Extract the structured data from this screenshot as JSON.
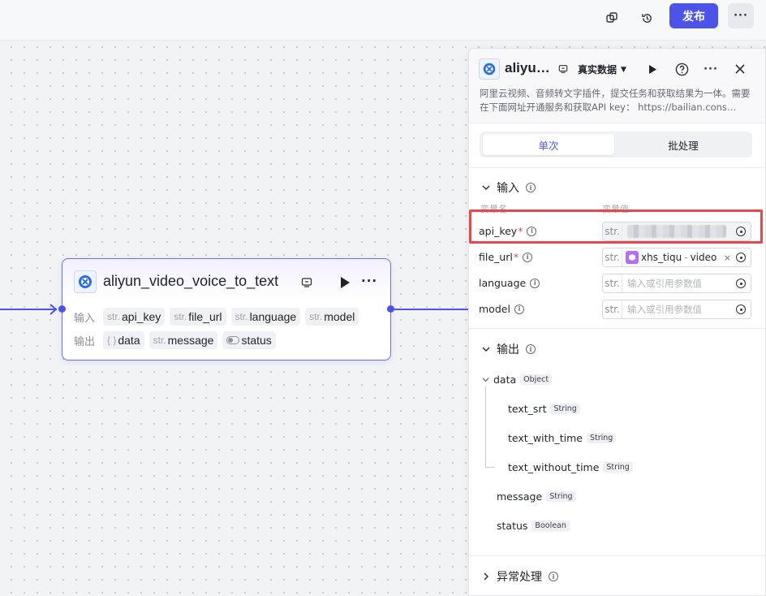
{
  "topbar": {
    "copy_icon": "copy-icon",
    "history_icon": "history-icon",
    "publish_label": "发布",
    "more_label": "···"
  },
  "node": {
    "title": "aliyun_video_voice_to_text",
    "input_label": "输入",
    "output_label": "输出",
    "inputs": [
      {
        "type": "str.",
        "name": "api_key"
      },
      {
        "type": "str.",
        "name": "file_url"
      },
      {
        "type": "str.",
        "name": "language"
      },
      {
        "type": "str.",
        "name": "model"
      }
    ],
    "outputs": [
      {
        "type": "{ }",
        "name": "data"
      },
      {
        "type": "str.",
        "name": "message"
      },
      {
        "type": "toggle",
        "name": "status"
      }
    ]
  },
  "panel": {
    "title": "aliyu…",
    "data_mode": "真实数据",
    "description": "阿里云视频、音频转文字插件，提交任务和获取结果为一体。需要在下面网址开通服务和获取API key： https://bailian.cons…",
    "tabs": [
      {
        "label": "单次",
        "active": true
      },
      {
        "label": "批处理",
        "active": false
      }
    ],
    "input_section": "输入",
    "col_name": "变量名",
    "col_value": "变量值",
    "inputs": [
      {
        "name": "api_key",
        "required": true,
        "type": "str.",
        "value": "",
        "placeholder": ""
      },
      {
        "name": "file_url",
        "required": true,
        "type": "str.",
        "ref_node": "xhs_tiqu",
        "ref_field": "video"
      },
      {
        "name": "language",
        "required": false,
        "type": "str.",
        "placeholder": "输入或引用参数值"
      },
      {
        "name": "model",
        "required": false,
        "type": "str.",
        "placeholder": "输入或引用参数值"
      }
    ],
    "output_section": "输出",
    "outputs": {
      "data": {
        "name": "data",
        "type": "Object"
      },
      "children": [
        {
          "name": "text_srt",
          "type": "String"
        },
        {
          "name": "text_with_time",
          "type": "String"
        },
        {
          "name": "text_without_time",
          "type": "String"
        }
      ],
      "message": {
        "name": "message",
        "type": "String"
      },
      "status": {
        "name": "status",
        "type": "Boolean"
      }
    },
    "error_section": "异常处理"
  },
  "colors": {
    "accent": "#4d53e8",
    "highlight": "#e5484d"
  }
}
